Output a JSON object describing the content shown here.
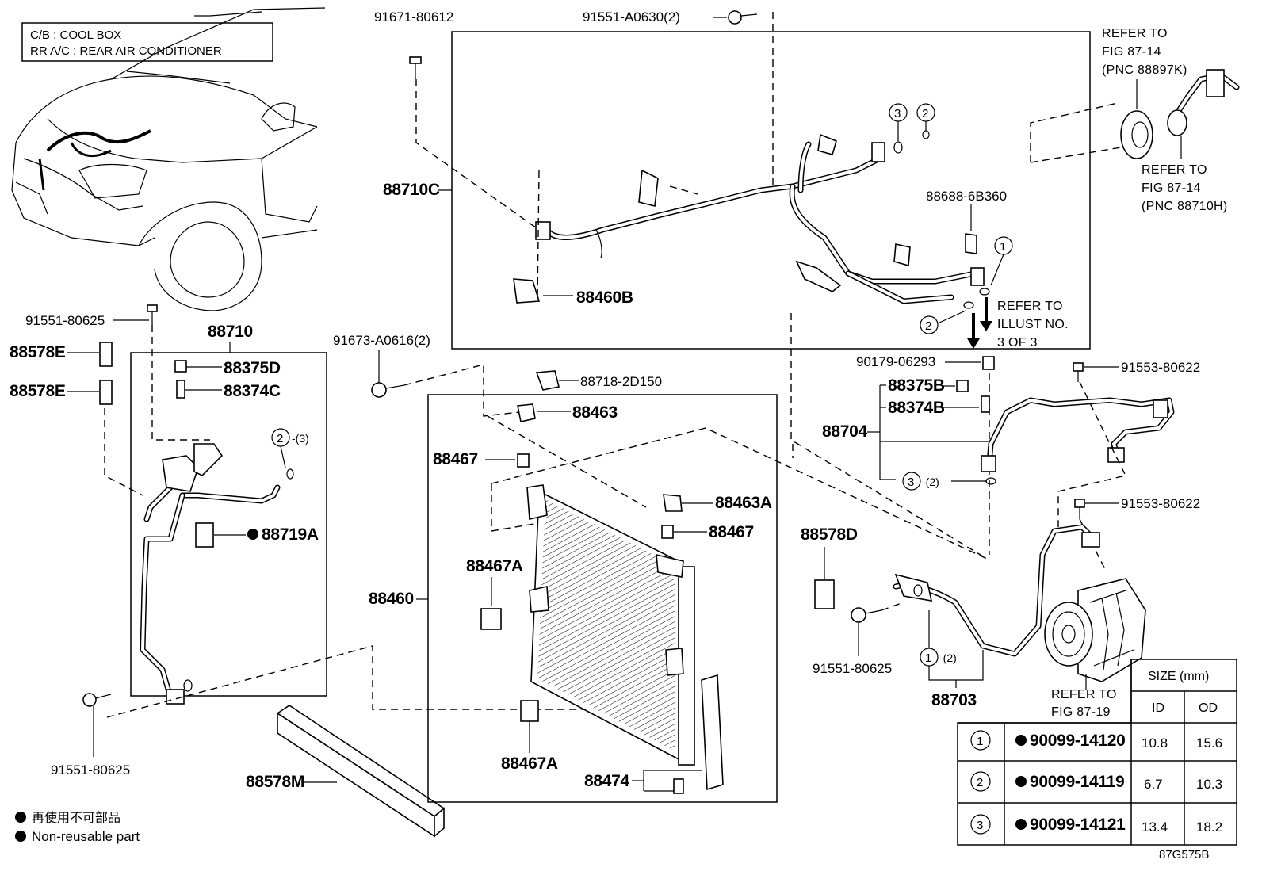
{
  "legend_box": {
    "line1": "C/B  :  COOL BOX",
    "line2": "RR A/C  :  REAR AIR CONDITIONER"
  },
  "refs": {
    "top_right_1": [
      "REFER TO",
      "FIG 87-14",
      "(PNC 88897K)"
    ],
    "top_right_2": [
      "REFER TO",
      "FIG 87-14",
      "(PNC 88710H)"
    ],
    "illust": [
      "REFER TO",
      "ILLUST NO.",
      "3 OF 3"
    ],
    "compressor": [
      "REFER TO",
      "FIG 87-19"
    ]
  },
  "parts": {
    "p91671": "91671-80612",
    "p91551a": "91551-A0630(2)",
    "p88710c": "88710C",
    "p88460b": "88460B",
    "p886886": "88688-6B360",
    "p91551_80625_top": "91551-80625",
    "p88578e_1": "88578E",
    "p88578e_2": "88578E",
    "p88710": "88710",
    "p88375d": "88375D",
    "p88374c": "88374C",
    "p88719a": "88719A",
    "p91551_80625_bot": "91551-80625",
    "p88578m": "88578M",
    "p91673": "91673-A0616(2)",
    "p88718": "88718-2D150",
    "p88463": "88463",
    "p88467_1": "88467",
    "p88463a": "88463A",
    "p88467_2": "88467",
    "p88467a_1": "88467A",
    "p88460": "88460",
    "p88467a_2": "88467A",
    "p88474": "88474",
    "p90179": "90179-06293",
    "p88375b": "88375B",
    "p88374b": "88374B",
    "p88704": "88704",
    "p91553_1": "91553-80622",
    "p91553_2": "91553-80622",
    "p88578d": "88578D",
    "p91551_80625_right": "91551-80625",
    "p88703": "88703"
  },
  "callouts": {
    "c1": "1",
    "c2": "2",
    "c3": "3",
    "qty2": "-(3)",
    "qty_b": "-(2)",
    "qty_c": "-(2)"
  },
  "size_table": {
    "header": "SIZE (mm)",
    "col_id": "ID",
    "col_od": "OD",
    "rows": [
      {
        "no": "1",
        "part": "90099-14120",
        "id": "10.8",
        "od": "15.6"
      },
      {
        "no": "2",
        "part": "90099-14119",
        "id": "6.7",
        "od": "10.3"
      },
      {
        "no": "3",
        "part": "90099-14121",
        "id": "13.4",
        "od": "18.2"
      }
    ]
  },
  "footnote": {
    "jp": "再使用不可部品",
    "en": "Non-reusable part"
  },
  "diagram_id": "87G575B"
}
